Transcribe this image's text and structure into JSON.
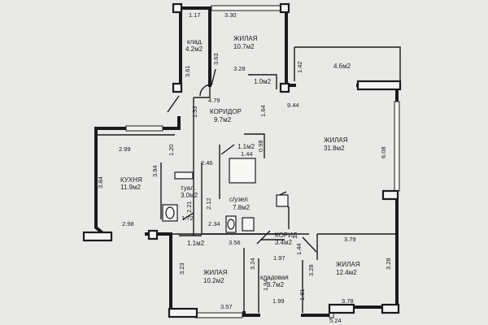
{
  "rooms": {
    "storage_top": {
      "name": "клад.",
      "area": "4.2м2"
    },
    "living_top": {
      "name": "ЖИЛАЯ",
      "area": "10.7м2"
    },
    "corridor": {
      "name": "КОРИДОР",
      "area": "9.7м2"
    },
    "living_large": {
      "name": "ЖИЛАЯ",
      "area": "31.8м2"
    },
    "kitchen": {
      "name": "КУХНЯ",
      "area": "11.9м2"
    },
    "toilet": {
      "name": "туал.",
      "area": "3.0м2"
    },
    "bathroom": {
      "name": "с/узел",
      "area": "7.8м2"
    },
    "corridor_small": {
      "name": "КОРИД",
      "area": "3.4м2"
    },
    "living_bottom": {
      "name": "ЖИЛАЯ",
      "area": "10.2м2"
    },
    "pantry": {
      "name": "кладовая",
      "area": "3.7м2"
    },
    "living_right": {
      "name": "ЖИЛАЯ",
      "area": "12.4м2"
    }
  },
  "areas": {
    "balcony": "4.6м2",
    "nook": "1.0м2",
    "closet_a": "1.1м2",
    "closet_b": "1.1м2"
  },
  "dims": [
    "1.17",
    "3.30",
    "3.63",
    "3.61",
    "3.28",
    "4.79",
    "1.53",
    "1.64",
    "9.44",
    "1.42",
    "6.08",
    "2.99",
    "1.20",
    "3.84",
    "3.84",
    "0.98",
    "1.44",
    "2.46",
    "2.12",
    "2.21",
    "1.72",
    "2.34",
    "2.98",
    "3.56",
    "3.79",
    "1.44",
    "3.23",
    "3.24",
    "1.97",
    "3.28",
    "3.28",
    "1.94",
    "1.81",
    "3.57",
    "1.99",
    "3.78",
    "5.24"
  ]
}
